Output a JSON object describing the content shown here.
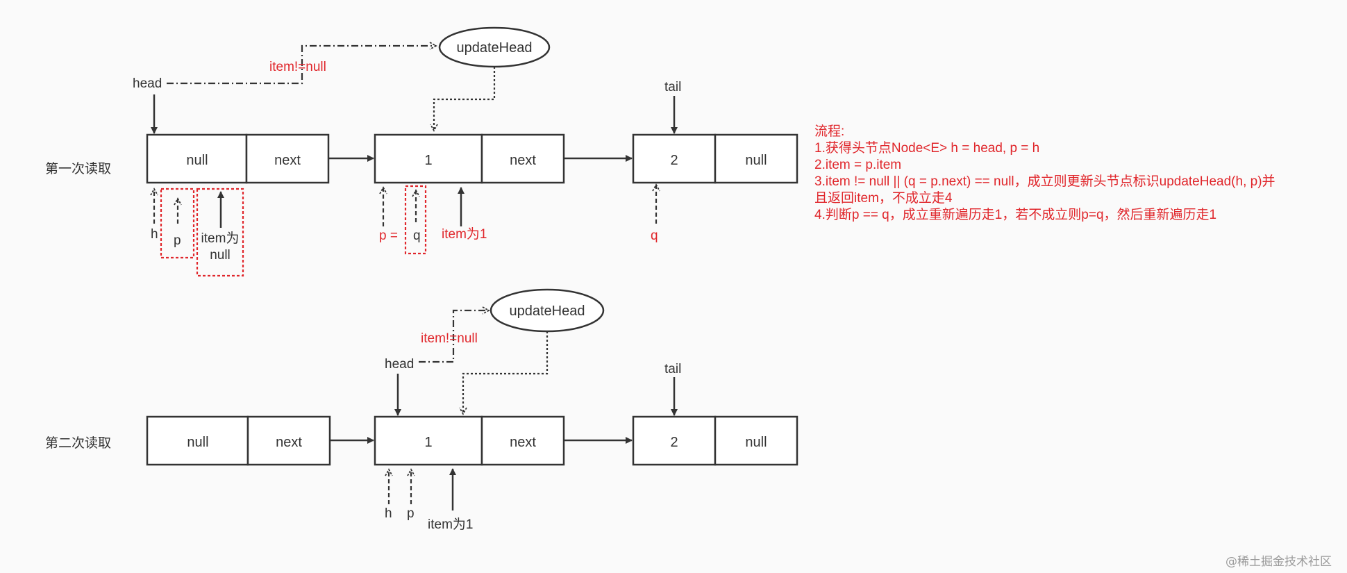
{
  "sections": {
    "first": "第一次读取",
    "second": "第二次读取"
  },
  "ellipse_label": "updateHead",
  "pointers": {
    "head": "head",
    "tail": "tail",
    "h": "h",
    "p": "p",
    "q": "q",
    "p_eq": "p =",
    "item_null_top": "item为",
    "item_null_bottom": "null",
    "item_is_1": "item为1",
    "condition": "item!=null"
  },
  "row1": {
    "nodes": [
      {
        "item": "null",
        "next": "next"
      },
      {
        "item": "1",
        "next": "next"
      },
      {
        "item": "2",
        "next": "null"
      }
    ]
  },
  "row2": {
    "nodes": [
      {
        "item": "null",
        "next": "next"
      },
      {
        "item": "1",
        "next": "next"
      },
      {
        "item": "2",
        "next": "null"
      }
    ]
  },
  "flow": {
    "title": "流程:",
    "lines": [
      "1.获得头节点Node<E> h = head, p = h",
      "2.item = p.item",
      "3.item != null || (q = p.next) == null，成立则更新头节点标识updateHead(h, p)并",
      "且返回item，不成立走4",
      "4.判断p == q，成立重新遍历走1，若不成立则p=q，然后重新遍历走1"
    ]
  },
  "watermark": "@稀土掘金技术社区",
  "colors": {
    "accent": "#e0262b",
    "stroke": "#333333"
  }
}
